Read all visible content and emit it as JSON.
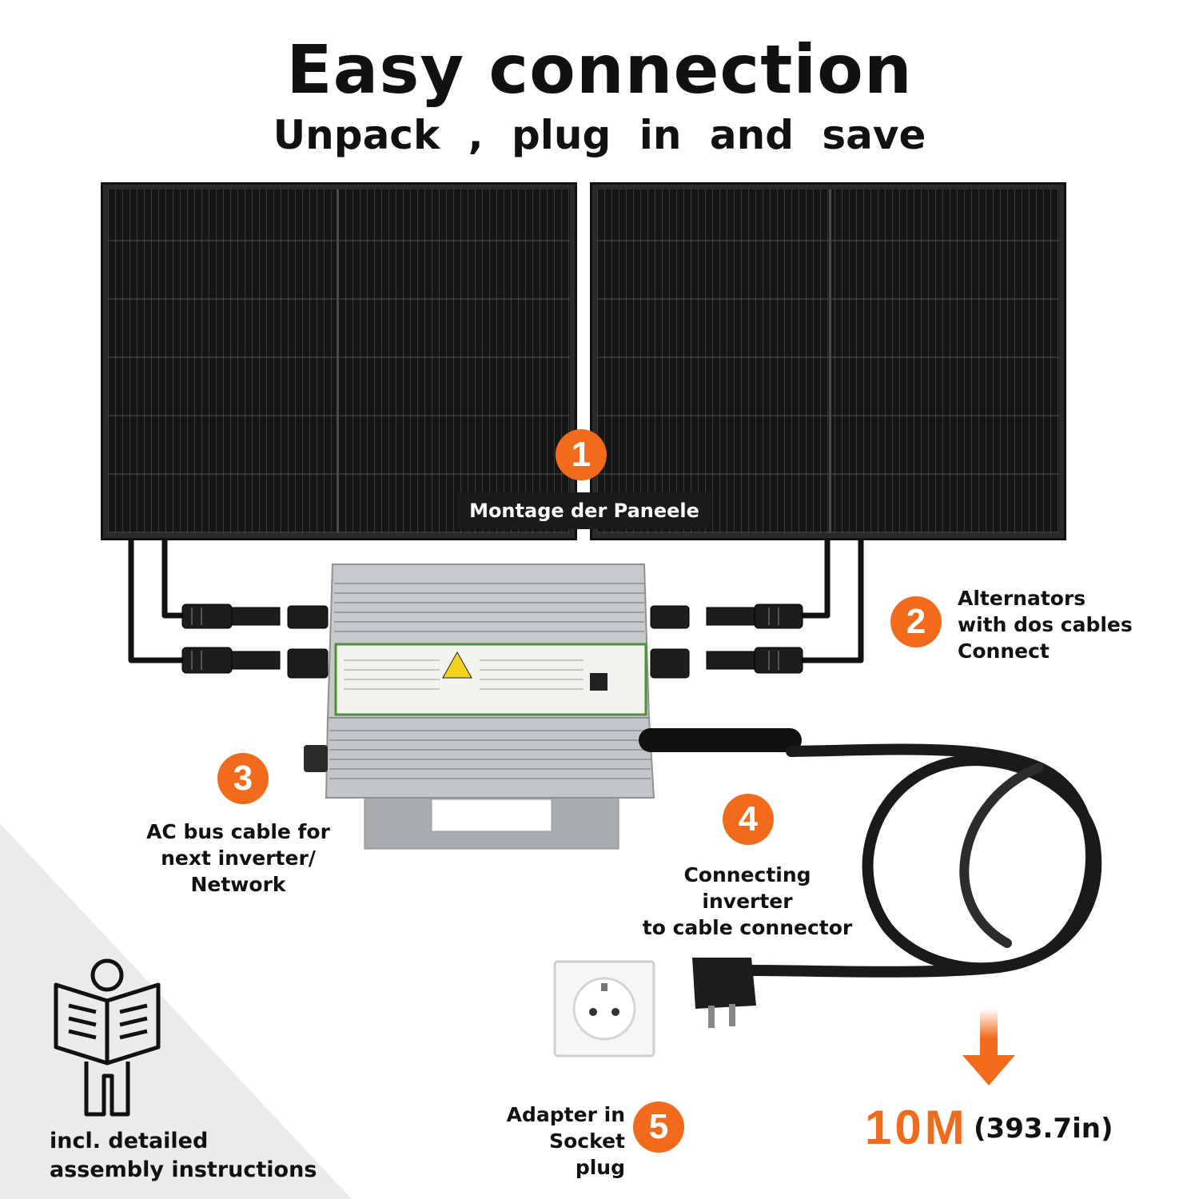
{
  "header": {
    "title": "Easy connection",
    "subtitle": "Unpack , plug in and save"
  },
  "steps": [
    {
      "number": "1",
      "label": "Montage der Paneele"
    },
    {
      "number": "2",
      "label_lines": [
        "Alternators",
        "with dos cables",
        "Connect"
      ]
    },
    {
      "number": "3",
      "label_lines": [
        "AC bus cable for",
        "next inverter/",
        "Network"
      ]
    },
    {
      "number": "4",
      "label_lines": [
        "Connecting inverter",
        "to cable connector"
      ]
    },
    {
      "number": "5",
      "label_lines": [
        "Adapter in",
        "Socket plug"
      ]
    }
  ],
  "cable": {
    "length_value": "10M",
    "length_imperial": "(393.7in)"
  },
  "manual": {
    "label_lines": [
      "incl. detailed",
      "assembly instructions"
    ]
  },
  "colors": {
    "accent": "#f26a1b",
    "panel": "#151515",
    "inverter": "#bfc2c4",
    "label_bg": "#1b1b1b"
  },
  "icons": [
    "reading-person-icon",
    "down-arrow-icon",
    "wall-socket-icon",
    "schuko-plug-icon"
  ]
}
